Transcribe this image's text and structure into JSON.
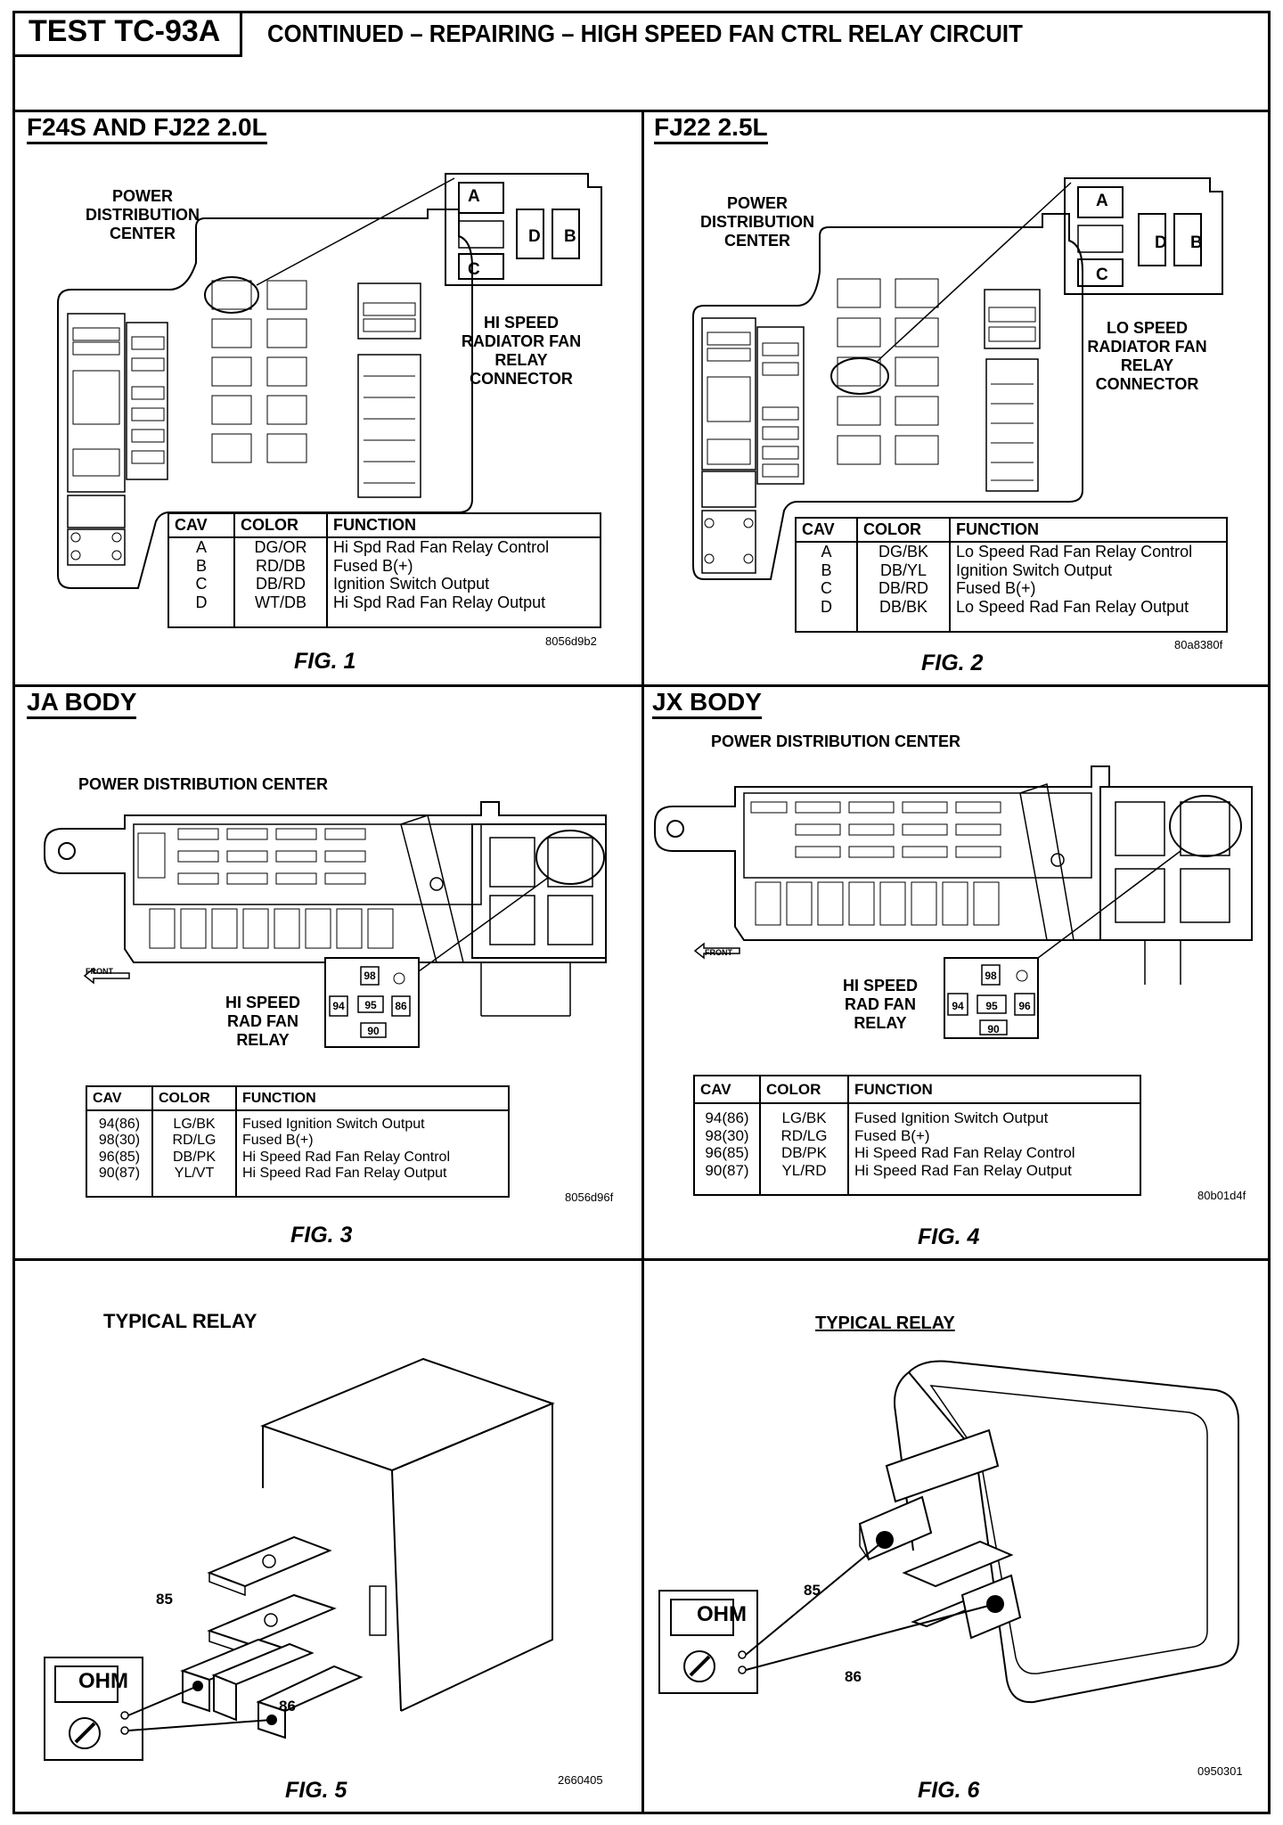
{
  "header": {
    "test_id": "TEST TC-93A",
    "title": "CONTINUED – REPAIRING – HIGH SPEED FAN CTRL RELAY CIRCUIT"
  },
  "panels": [
    {
      "title": "F24S AND FJ22 2.0L",
      "pdc_label": "POWER\nDISTRIBUTION\nCENTER",
      "connector_label": "HI SPEED\nRADIATOR FAN\nRELAY\nCONNECTOR",
      "connector_cavities": [
        "A",
        "D",
        "B",
        "C"
      ],
      "table": {
        "headers": [
          "CAV",
          "COLOR",
          "FUNCTION"
        ],
        "cav": "A\nB\nC\nD",
        "color": "DG/OR\nRD/DB\nDB/RD\nWT/DB",
        "function": "Hi Spd Rad Fan Relay Control\nFused B(+)\nIgnition Switch Output\nHi Spd Rad Fan Relay Output"
      },
      "ref": "8056d9b2",
      "figure": "FIG. 1"
    },
    {
      "title": "FJ22 2.5L",
      "pdc_label": "POWER\nDISTRIBUTION\nCENTER",
      "connector_label": "LO SPEED\nRADIATOR FAN\nRELAY\nCONNECTOR",
      "connector_cavities": [
        "A",
        "D",
        "B",
        "C"
      ],
      "table": {
        "headers": [
          "CAV",
          "COLOR",
          "FUNCTION"
        ],
        "cav": "A\nB\nC\nD",
        "color": "DG/BK\nDB/YL\nDB/RD\nDB/BK",
        "function": "Lo Speed Rad Fan Relay Control\nIgnition Switch Output\nFused B(+)\nLo Speed Rad Fan Relay Output"
      },
      "ref": "80a8380f",
      "figure": "FIG. 2"
    },
    {
      "title": "JA BODY",
      "pdc_label": "POWER DISTRIBUTION CENTER",
      "relay_label": "HI SPEED\nRAD FAN\nRELAY",
      "relay_pins": [
        "98",
        "94",
        "95",
        "86",
        "90"
      ],
      "front_label": "FRONT",
      "table": {
        "headers": [
          "CAV",
          "COLOR",
          "FUNCTION"
        ],
        "cav": "94(86)\n98(30)\n96(85)\n90(87)",
        "color": "LG/BK\nRD/LG\nDB/PK\nYL/VT",
        "function": "Fused Ignition Switch Output\nFused B(+)\nHi Speed Rad Fan Relay Control\nHi Speed Rad Fan Relay Output"
      },
      "ref": "8056d96f",
      "figure": "FIG. 3"
    },
    {
      "title": "JX BODY",
      "pdc_label": "POWER DISTRIBUTION CENTER",
      "relay_label": "HI SPEED\nRAD FAN\nRELAY",
      "relay_pins": [
        "98",
        "94",
        "95",
        "96",
        "90"
      ],
      "front_label": "FRONT",
      "table": {
        "headers": [
          "CAV",
          "COLOR",
          "FUNCTION"
        ],
        "cav": "94(86)\n98(30)\n96(85)\n90(87)",
        "color": "LG/BK\nRD/LG\nDB/PK\nYL/RD",
        "function": "Fused Ignition Switch Output\nFused B(+)\nHi Speed Rad Fan Relay Control\nHi Speed Rad Fan Relay Output"
      },
      "ref": "80b01d4f",
      "figure": "FIG. 4"
    },
    {
      "title": "TYPICAL RELAY",
      "meter": "OHM",
      "pin_a": "85",
      "pin_b": "86",
      "ref": "2660405",
      "figure": "FIG. 5"
    },
    {
      "title": "TYPICAL RELAY",
      "meter": "OHM",
      "pin_a": "85",
      "pin_b": "86",
      "ref": "0950301",
      "figure": "FIG. 6"
    }
  ]
}
